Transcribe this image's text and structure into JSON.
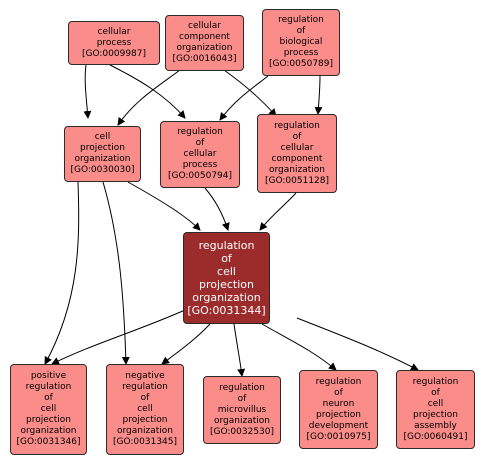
{
  "nodes": {
    "cellular_process": "cellular\nprocess\n[GO:0009987]",
    "cellular_component_organization": "cellular\ncomponent\norganization\n[GO:0016043]",
    "regulation_of_biological_process": "regulation\nof\nbiological\nprocess\n[GO:0050789]",
    "cell_projection_organization": "cell\nprojection\norganization\n[GO:0030030]",
    "regulation_of_cellular_process": "regulation\nof\ncellular\nprocess\n[GO:0050794]",
    "regulation_of_cellular_component_organization": "regulation\nof\ncellular\ncomponent\norganization\n[GO:0051128]",
    "regulation_of_cell_projection_organization": "regulation\nof\ncell\nprojection\norganization\n[GO:0031344]",
    "positive_regulation_of_cell_projection_organization": "positive\nregulation\nof\ncell\nprojection\norganization\n[GO:0031346]",
    "negative_regulation_of_cell_projection_organization": "negative\nregulation\nof\ncell\nprojection\norganization\n[GO:0031345]",
    "regulation_of_microvillus_organization": "regulation\nof\nmicrovillus\norganization\n[GO:0032530]",
    "regulation_of_neuron_projection_development": "regulation\nof\nneuron\nprojection\ndevelopment\n[GO:0010975]",
    "regulation_of_cell_projection_assembly": "regulation\nof\ncell\nprojection\nassembly\n[GO:0060491]"
  },
  "colors": {
    "node_fill": "#fa8c8a",
    "focus_fill": "#9b2c2b",
    "edge": "#000000"
  }
}
